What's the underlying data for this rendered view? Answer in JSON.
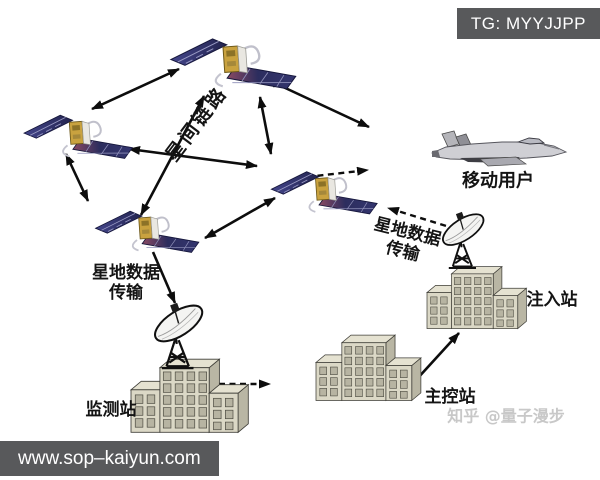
{
  "overlay": {
    "telegram_badge": "TG: MYYJJPP",
    "website_badge": "www.sop–kaiyun.com",
    "watermark": "知乎 @量子漫步"
  },
  "diagram": {
    "type": "satellite-network-topology",
    "satellite_count": 4,
    "nodes": {
      "mobile_user": {
        "label": "移动用户",
        "icon": "fighter-jet"
      },
      "monitoring_station": {
        "label": "监测站",
        "icon": "building-with-dish"
      },
      "master_control_station": {
        "label": "主控站",
        "icon": "building"
      },
      "injection_station": {
        "label": "注入站",
        "icon": "building-with-dish"
      }
    },
    "link_labels": {
      "inter_satellite": "星间链路",
      "sat_ground_left": {
        "line1": "星地数据",
        "line2": "传输"
      },
      "sat_ground_right": {
        "line1": "星地数据",
        "line2": "传输"
      }
    },
    "links": [
      {
        "from": "satellite-top",
        "to": "satellite-left",
        "style": "solid",
        "arrows": "both"
      },
      {
        "from": "satellite-lower-left",
        "to": "satellite-top",
        "style": "solid",
        "arrows": "both",
        "label": "星间链路"
      },
      {
        "from": "satellite-left",
        "to": "satellite-center",
        "style": "solid",
        "arrows": "both"
      },
      {
        "from": "satellite-left",
        "to": "satellite-lower-left",
        "style": "solid",
        "arrows": "both"
      },
      {
        "from": "satellite-top",
        "to": "satellite-center",
        "style": "solid",
        "arrows": "both"
      },
      {
        "from": "satellite-top",
        "to": "mobile-user",
        "style": "solid",
        "arrows": "both"
      },
      {
        "from": "satellite-lower-left",
        "to": "satellite-center",
        "style": "solid",
        "arrows": "both"
      },
      {
        "from": "satellite-center",
        "to": "mobile-user",
        "style": "dashed",
        "arrows": "end"
      },
      {
        "from": "injection-station-dish",
        "to": "satellite-center",
        "style": "dashed",
        "arrows": "end",
        "label": "星地数据传输"
      },
      {
        "from": "satellite-lower-left",
        "to": "monitoring-station-dish",
        "style": "solid",
        "arrows": "end",
        "label": "星地数据传输"
      },
      {
        "from": "monitoring-station",
        "to": "master-control-station",
        "style": "dashed",
        "arrows": "end"
      },
      {
        "from": "master-control-station",
        "to": "injection-station",
        "style": "solid",
        "arrows": "end"
      }
    ],
    "colors": {
      "arrow": "#0d0d0d",
      "solar_panel": "#31326b",
      "satellite_body": "#c9a23f",
      "building_wall": "#dbd8c6",
      "building_side": "#b9b6a4",
      "badge_bg": "#58595b",
      "badge_text": "#ffffff",
      "watermark_gray": "#c8c8c8"
    }
  }
}
